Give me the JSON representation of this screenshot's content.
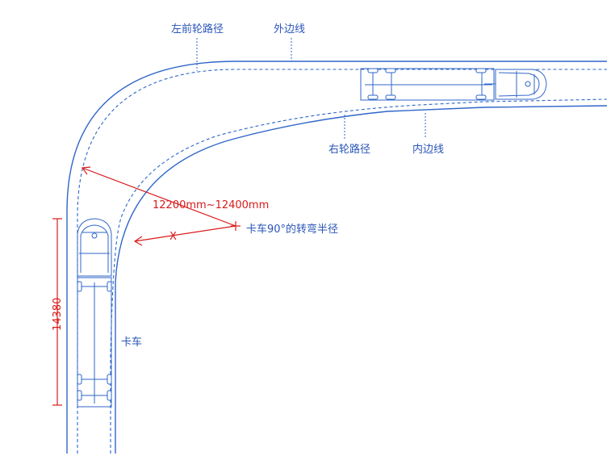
{
  "labels": {
    "left_front_wheel_path": "左前轮路径",
    "outer_edge": "外边线",
    "right_wheel_path": "右轮路径",
    "inner_edge": "内边线",
    "radius_range": "12200mm~12400mm",
    "x_mark": "X",
    "turn_radius": "卡车90°的转弯半径",
    "truck": "卡车",
    "length_dim": "14380"
  },
  "colors": {
    "line_blue": "#2f66c9",
    "text_blue": "#2a55b8",
    "dimension_red": "#d81b1b"
  }
}
